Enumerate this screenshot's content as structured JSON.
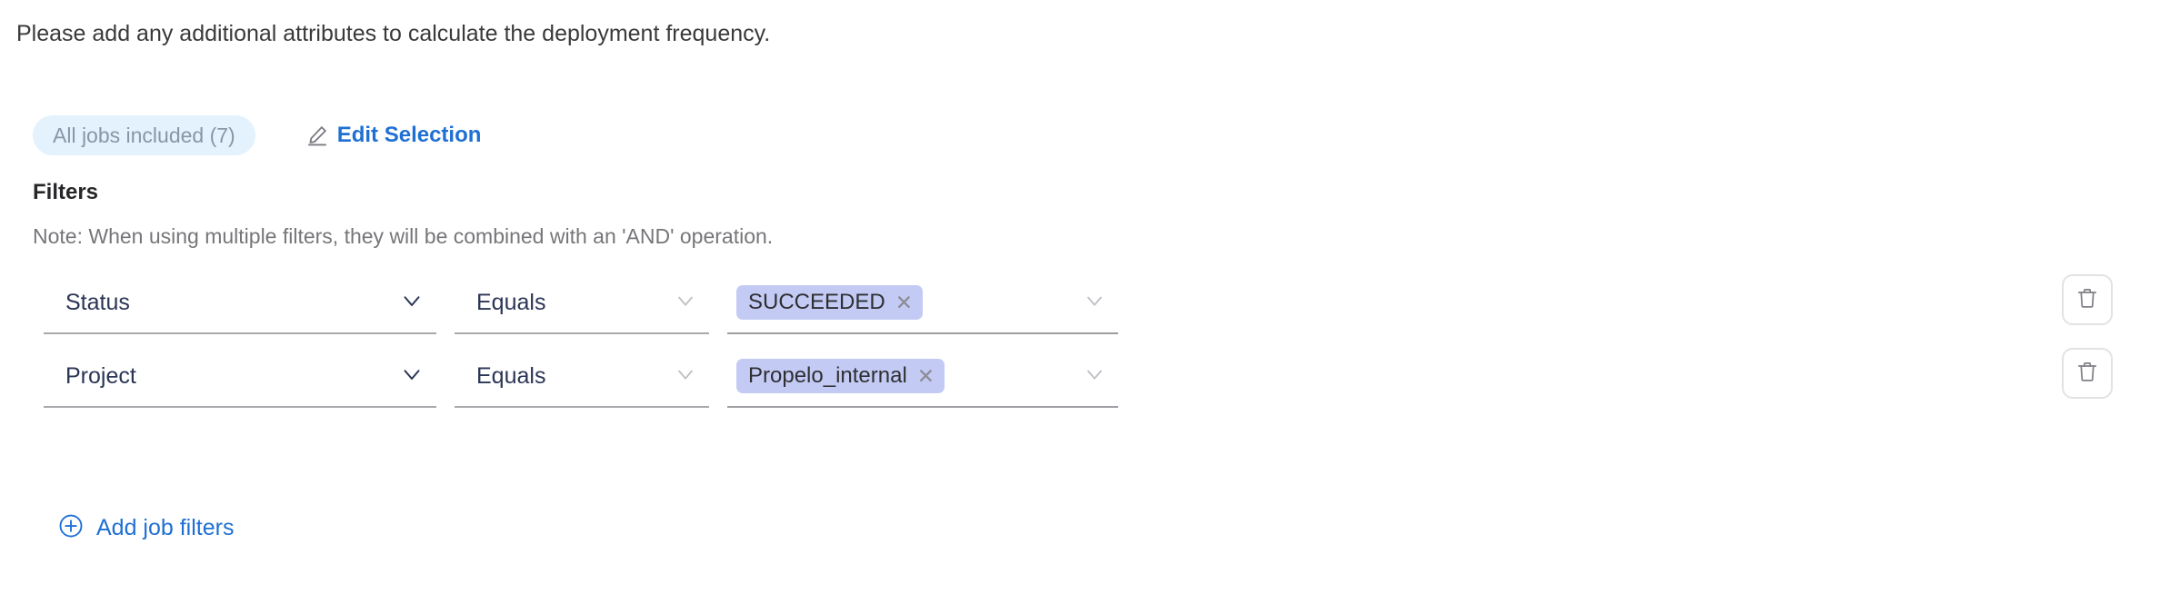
{
  "intro": {
    "text": "Please add any additional attributes to calculate the deployment frequency."
  },
  "selection": {
    "jobs_pill_label": "All jobs included (7)",
    "edit_label": "Edit Selection",
    "edit_icon": "pencil-icon"
  },
  "filters": {
    "heading": "Filters",
    "note": "Note: When using multiple filters, they will be combined with an 'AND' operation.",
    "add_label": "Add job filters",
    "add_icon": "plus-circle-icon",
    "delete_icon": "trash-icon",
    "chevron_icon": "chevron-down-icon",
    "chip_remove_icon": "close-icon",
    "rows": [
      {
        "attribute": "Status",
        "operator": "Equals",
        "value": "SUCCEEDED"
      },
      {
        "attribute": "Project",
        "operator": "Equals",
        "value": "Propelo_internal"
      }
    ]
  },
  "colors": {
    "link_blue": "#1f6fd4",
    "pill_bg": "#e3f2fd",
    "chip_bg": "#c3cbf5",
    "field_text": "#2b3556",
    "underline": "#a9a9ad"
  }
}
